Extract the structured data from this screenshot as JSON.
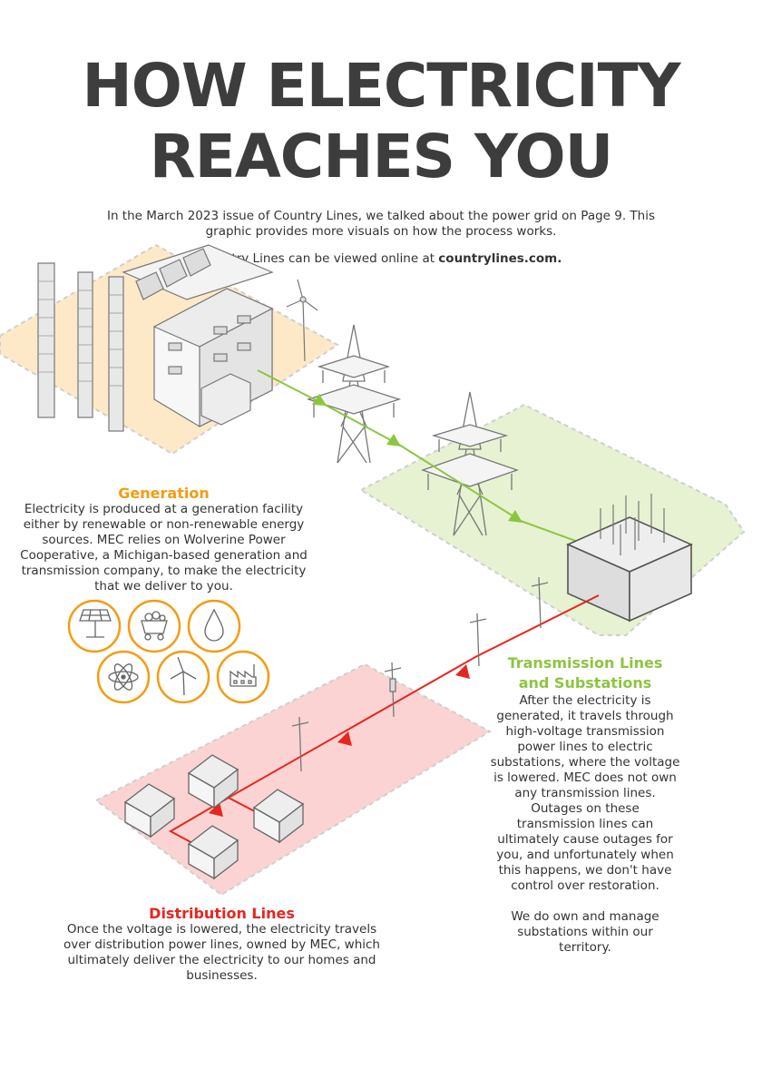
{
  "title": {
    "line1": "HOW ELECTRICITY",
    "line2": "REACHES YOU"
  },
  "intro": {
    "line1": "In the March 2023 issue of Country Lines, we talked about the power grid on Page 9. This graphic provides more visuals on how the process works.",
    "line2_prefix": "Country Lines can be viewed online at ",
    "line2_link": "countrylines.com."
  },
  "generation": {
    "heading": "Generation",
    "text": "Electricity is produced at a generation facility either by renewable or non-renewable energy sources. MEC relies on Wolverine Power Cooperative, a Michigan-based generation and transmission company, to make the electricity that we deliver to you."
  },
  "transmission": {
    "heading_line1": "Transmission Lines",
    "heading_line2": "and Substations",
    "text": "After the electricity is generated, it travels through high-voltage transmission power lines to electric substations, where the voltage is lowered. MEC does not own any transmission lines. Outages on these transmission lines can ultimately cause outages for you, and unfortunately when this happens, we don't have control over restoration.",
    "text2": "We do own and manage substations within our territory."
  },
  "distribution": {
    "heading": "Distribution Lines",
    "text": "Once the voltage is lowered, the electricity travels over distribution power lines, owned by MEC, which ultimately deliver the electricity to our homes and businesses."
  },
  "energy_icons": [
    "solar-panel-icon",
    "coal-cart-icon",
    "oil-drop-icon",
    "atom-icon",
    "wind-turbine-icon",
    "factory-icon"
  ],
  "colors": {
    "generation": "#f39c12",
    "transmission": "#8cc63f",
    "distribution": "#e8251f",
    "generation_zone": "#fde9c8",
    "transmission_zone": "#e6f2d2",
    "distribution_zone": "#fbd3d3"
  }
}
